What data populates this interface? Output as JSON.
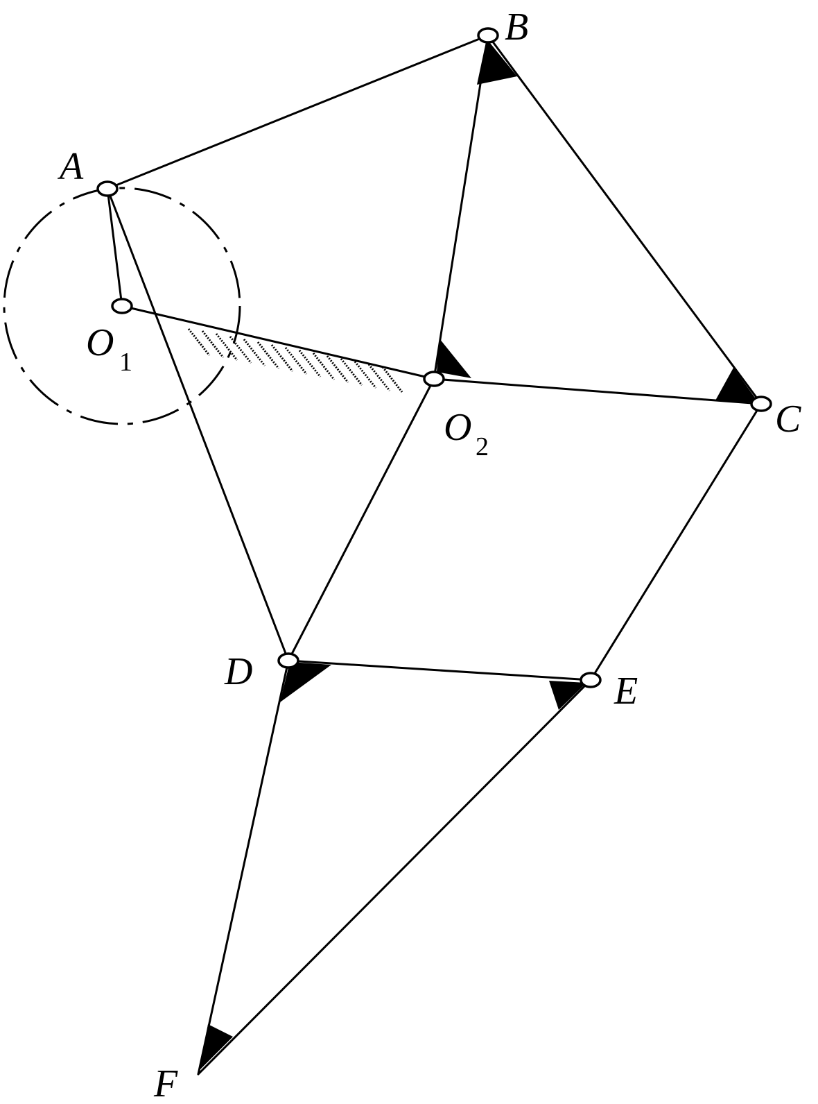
{
  "diagram": {
    "labels": {
      "A": "A",
      "B": "B",
      "C": "C",
      "D": "D",
      "E": "E",
      "F": "F",
      "O1_main": "O",
      "O1_sub": "1",
      "O2_main": "O",
      "O2_sub": "2"
    }
  }
}
